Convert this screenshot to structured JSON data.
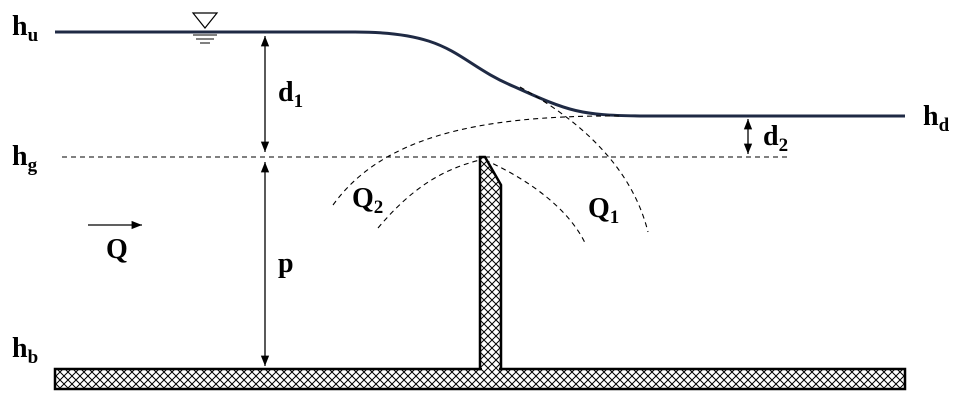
{
  "labels": {
    "hu": {
      "main": "h",
      "sub": "u"
    },
    "hg": {
      "main": "h",
      "sub": "g"
    },
    "hb": {
      "main": "h",
      "sub": "b"
    },
    "hd": {
      "main": "h",
      "sub": "d"
    },
    "d1": {
      "main": "d",
      "sub": "1"
    },
    "d2": {
      "main": "d",
      "sub": "2"
    },
    "p": "p",
    "q": "Q",
    "q1": {
      "main": "Q",
      "sub": "1"
    },
    "q2": {
      "main": "Q",
      "sub": "2"
    }
  },
  "colors": {
    "water_surface": "#1f2a44",
    "line": "#000000",
    "hatch_fill": "#ffffff"
  },
  "icons": {
    "water_level_marker": "water-level-triangle-icon"
  }
}
